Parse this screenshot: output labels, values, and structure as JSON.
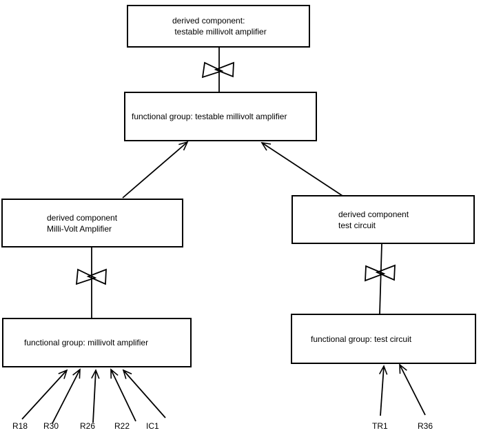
{
  "diagram": {
    "colors": {
      "background": "#ffffff",
      "line": "#000000",
      "box_fill": "#ffffff",
      "text": "#000000"
    },
    "nodes": {
      "top_derived": {
        "label": "derived component:\n testable millivolt amplifier"
      },
      "top_functional": {
        "label": "functional group: testable millivolt amplifier"
      },
      "left_derived": {
        "label": "derived component\nMilli-Volt Amplifier"
      },
      "left_functional": {
        "label": "functional group: millivolt amplifier"
      },
      "right_derived": {
        "label": "derived component\ntest circuit"
      },
      "right_functional": {
        "label": "functional group: test circuit"
      }
    },
    "leaves": {
      "left": [
        "R18",
        "R30",
        "R26",
        "R22",
        "IC1"
      ],
      "right": [
        "TR1",
        "R36"
      ]
    }
  }
}
